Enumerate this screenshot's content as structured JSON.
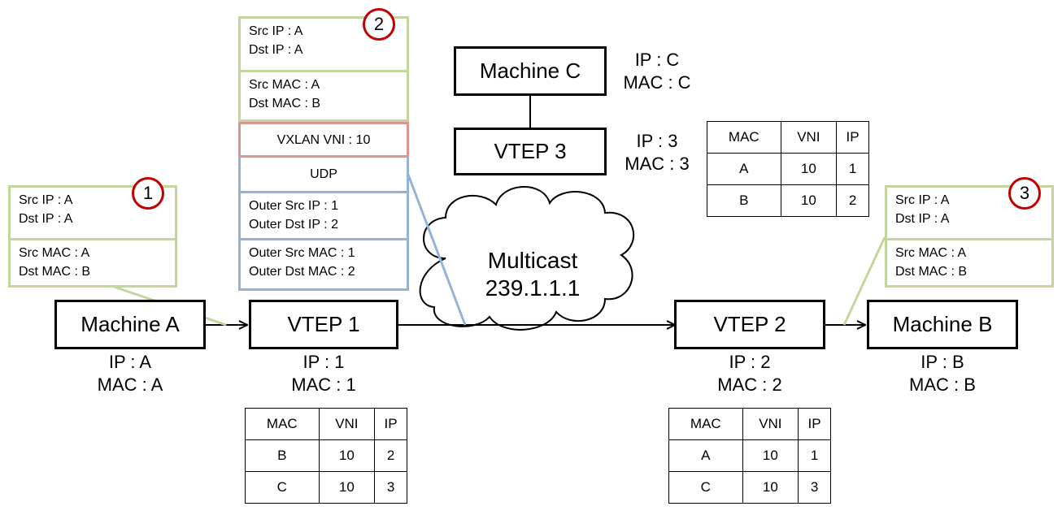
{
  "machine_a": {
    "name": "Machine A",
    "ip": "IP : A",
    "mac": "MAC : A"
  },
  "machine_b": {
    "name": "Machine B",
    "ip": "IP : B",
    "mac": "MAC : B"
  },
  "machine_c": {
    "name": "Machine C",
    "ip": "IP : C",
    "mac": "MAC : C"
  },
  "vtep1": {
    "name": "VTEP 1",
    "ip": "IP : 1",
    "mac": "MAC : 1"
  },
  "vtep2": {
    "name": "VTEP 2",
    "ip": "IP : 2",
    "mac": "MAC : 2"
  },
  "vtep3": {
    "name": "VTEP 3",
    "ip": "IP : 3",
    "mac": "MAC : 3"
  },
  "multicast": {
    "line1": "Multicast",
    "line2": "239.1.1.1"
  },
  "packet1": {
    "badge": "1",
    "src_ip": "Src IP : A",
    "dst_ip": "Dst IP : A",
    "src_mac": "Src MAC : A",
    "dst_mac": "Dst MAC : B"
  },
  "packet2": {
    "badge": "2",
    "src_ip": "Src IP : A",
    "dst_ip": "Dst IP : A",
    "src_mac": "Src MAC : A",
    "dst_mac": "Dst MAC : B",
    "vxlan": "VXLAN VNI : 10",
    "udp": "UDP",
    "outer_src_ip": "Outer Src IP : 1",
    "outer_dst_ip": "Outer Dst IP : 2",
    "outer_src_mac": "Outer Src MAC : 1",
    "outer_dst_mac": "Outer Dst MAC : 2"
  },
  "packet3": {
    "badge": "3",
    "src_ip": "Src IP : A",
    "dst_ip": "Dst IP : A",
    "src_mac": "Src MAC : A",
    "dst_mac": "Dst MAC : B"
  },
  "table_vtep1": {
    "headers": [
      "MAC",
      "VNI",
      "IP"
    ],
    "rows": [
      [
        "B",
        "10",
        "2"
      ],
      [
        "C",
        "10",
        "3"
      ]
    ]
  },
  "table_vtep2": {
    "headers": [
      "MAC",
      "VNI",
      "IP"
    ],
    "rows": [
      [
        "A",
        "10",
        "1"
      ],
      [
        "C",
        "10",
        "3"
      ]
    ]
  },
  "table_vtep3": {
    "headers": [
      "MAC",
      "VNI",
      "IP"
    ],
    "rows": [
      [
        "A",
        "10",
        "1"
      ],
      [
        "B",
        "10",
        "2"
      ]
    ]
  },
  "colors": {
    "green_outline": "#c3d69b",
    "red_outline": "#d99694",
    "blue_outline": "#95b3d7",
    "badge_red": "#c00000"
  }
}
